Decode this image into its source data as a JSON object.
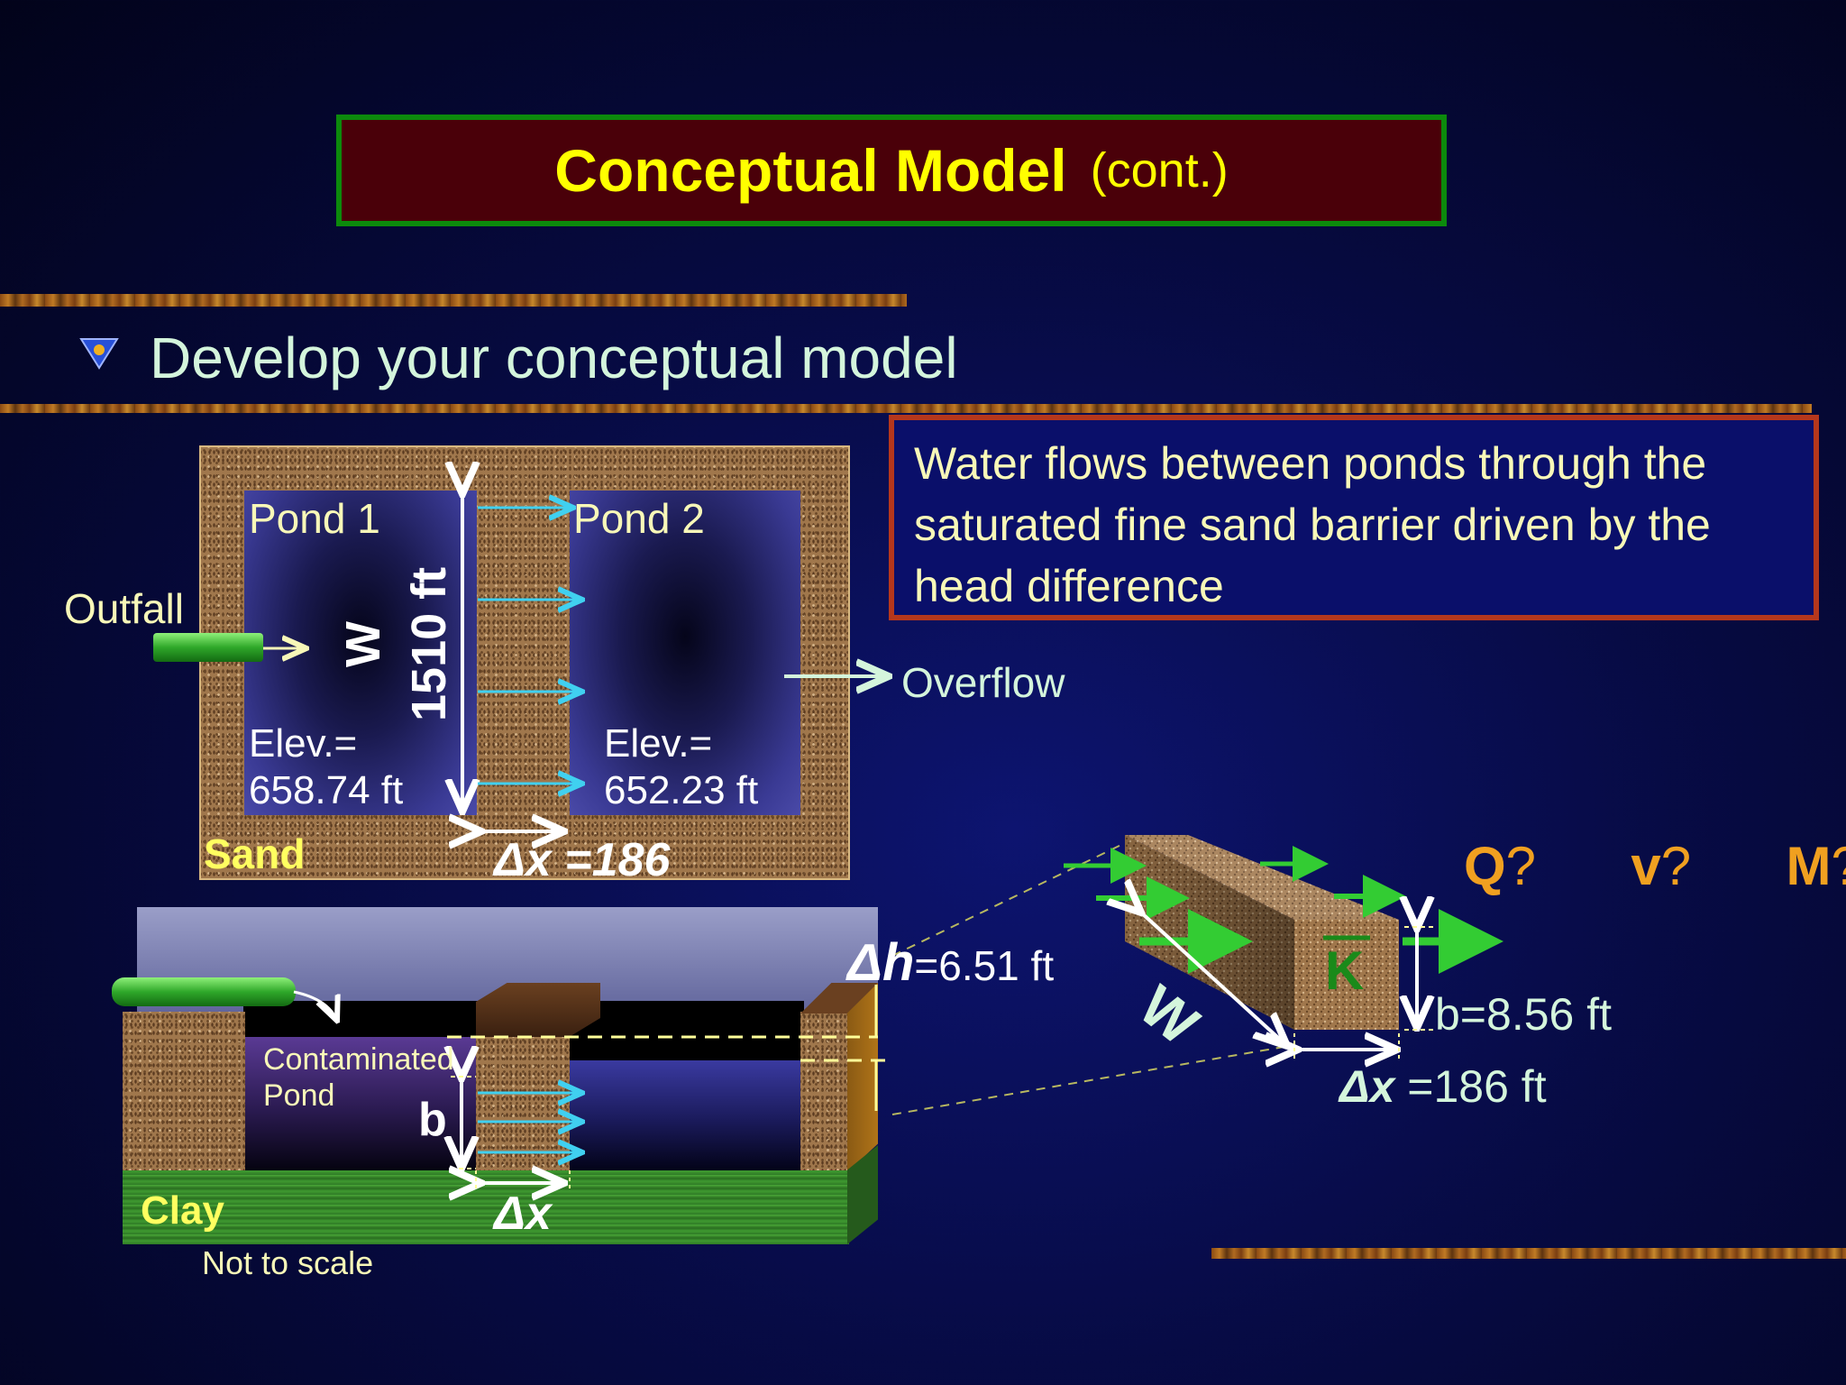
{
  "slide": {
    "title": "Conceptual Model",
    "title_suffix": "(cont.)",
    "bullet_icon": "triangle-bullet-icon",
    "bullet": "Develop your conceptual model",
    "callout": "Water flows between ponds through the saturated fine sand barrier driven by the head difference"
  },
  "plan_view": {
    "outfall": "Outfall",
    "pond1_label": "Pond 1",
    "pond2_label": "Pond 2",
    "width_symbol": "W",
    "width_value": "1510 ft",
    "pond1_elev_label": "Elev.=",
    "pond1_elev_value": "658.74 ft",
    "pond2_elev_label": "Elev.=",
    "pond2_elev_value": "652.23 ft",
    "sand_label": "Sand",
    "dx_label": "Δx =186",
    "overflow": "Overflow"
  },
  "cross_section": {
    "contaminated_line1": "Contaminated",
    "contaminated_line2": "Pond",
    "b_label": "b",
    "dx_label": "Δx",
    "clay_label": "Clay",
    "not_to_scale": "Not to scale",
    "dh_symbol": "Δh",
    "dh_value": "=6.51 ft"
  },
  "barrier_block": {
    "k_label": "K",
    "w_label": "W",
    "b_value": "b=8.56 ft",
    "dx_symbol": "Δx",
    "dx_value": " =186 ft",
    "q_symbol": "Q",
    "v_symbol": "v",
    "m_symbol": "M",
    "question_mark": "?"
  },
  "colors": {
    "title_text": "#ffff00",
    "title_bg": "#4a0009",
    "title_border": "#0c8a0c",
    "bullet_text": "#d4f5dc",
    "callout_text": "#f8f8b8",
    "callout_border": "#b5371c",
    "accent_orange": "#f0a020",
    "flow_cyan": "#40d0f0",
    "flow_green": "#33cc33"
  }
}
